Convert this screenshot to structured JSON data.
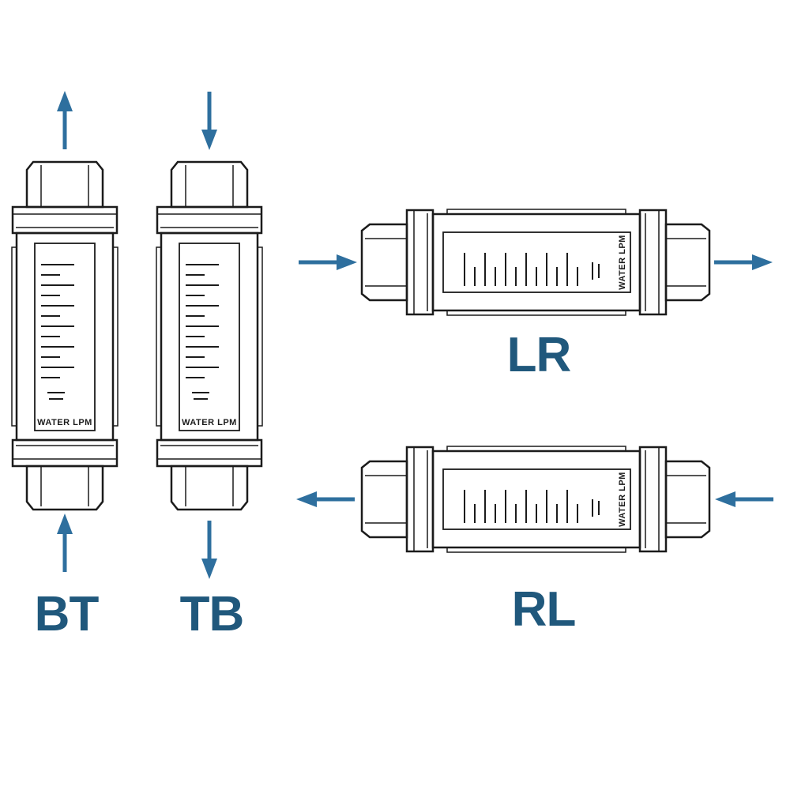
{
  "diagram": {
    "type": "flow-meter-orientation-diagram",
    "meters": {
      "bt": {
        "label": "BT",
        "gauge_text": "WATER LPM",
        "orientation": "vertical",
        "flow_direction": "bottom-to-top"
      },
      "tb": {
        "label": "TB",
        "gauge_text": "WATER LPM",
        "orientation": "vertical",
        "flow_direction": "top-to-bottom"
      },
      "lr": {
        "label": "LR",
        "gauge_text": "WATER LPM",
        "orientation": "horizontal",
        "flow_direction": "left-to-right"
      },
      "rl": {
        "label": "RL",
        "gauge_text": "WATER LPM",
        "orientation": "horizontal",
        "flow_direction": "right-to-left"
      }
    },
    "colors": {
      "arrow": "#2e6f9e",
      "label": "#20587c",
      "line": "#1b1b1b",
      "background": "#ffffff"
    }
  }
}
